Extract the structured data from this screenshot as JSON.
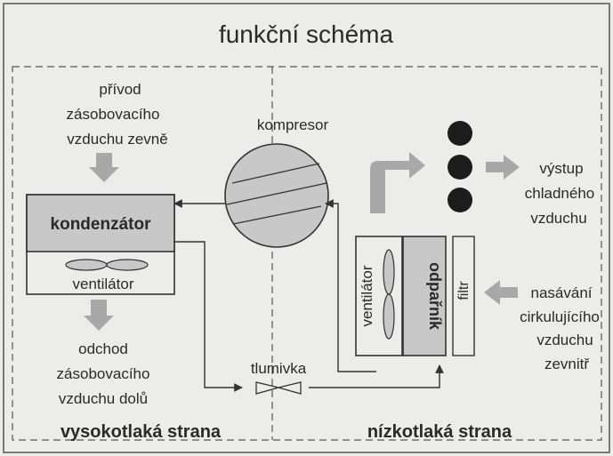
{
  "title": "funkční schéma",
  "inlet_label": [
    "přívod",
    "zásobovacího",
    "vzduchu zevně"
  ],
  "compressor_label": "kompresor",
  "condenser_label": "kondenzátor",
  "condenser_fan_label": "ventilátor",
  "outlet_label": [
    "odchod",
    "zásobovacího",
    "vzduchu dolů"
  ],
  "throttle_label": "tlumivka",
  "evaporator_fan_label": "ventilátor",
  "evaporator_label": "odpařník",
  "filter_label": "filtr",
  "cold_air_label": [
    "výstup",
    "chladného",
    "vzduchu"
  ],
  "recirc_label": [
    "nasávání",
    "cirkulujícího",
    "vzduchu",
    "zevnitř"
  ],
  "high_pressure_label": "vysokotlaká strana",
  "low_pressure_label": "nízkotlaká strana",
  "colors": {
    "background": "#ececea",
    "box_fill": "#c8c8c8",
    "arrow_gray": "#a8a8a8",
    "line": "#333333",
    "dots": "#1c1c1c"
  }
}
